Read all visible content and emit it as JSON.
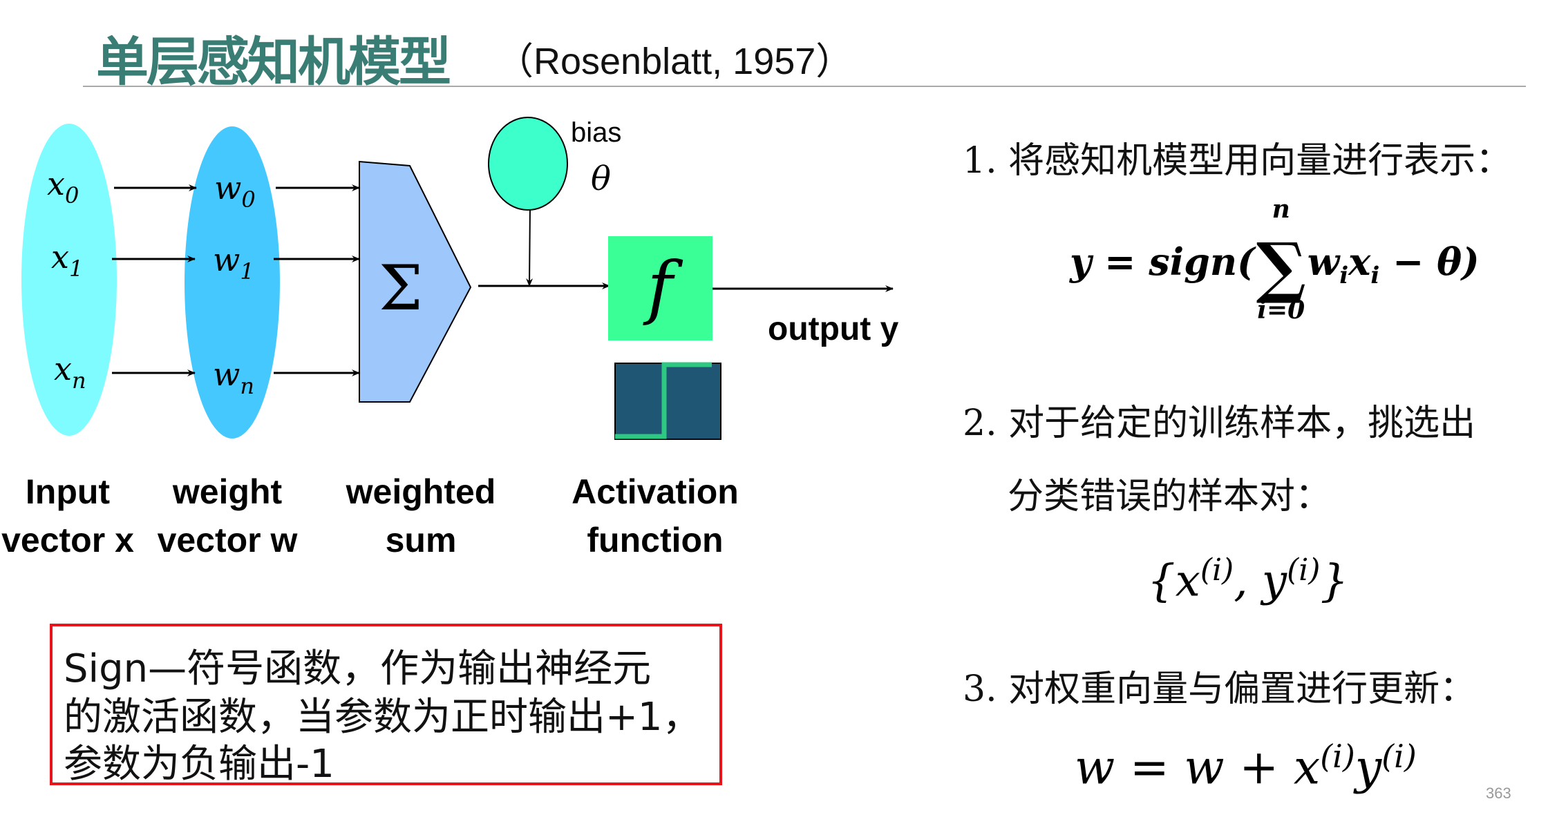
{
  "slide": {
    "title": "单层感知机模型",
    "subtitle": "（Rosenblatt, 1957）",
    "page_number": "363"
  },
  "diagram": {
    "inputs": [
      "x",
      "x",
      "x"
    ],
    "input_subs": [
      "0",
      "1",
      "n"
    ],
    "weights": [
      "w",
      "w",
      "w"
    ],
    "weight_subs": [
      "0",
      "1",
      "n"
    ],
    "sum_symbol": "Σ",
    "bias_label": "bias",
    "bias_symbol": "θ",
    "activation_symbol": "f",
    "output_label": "output y",
    "labels": {
      "input": [
        "Input",
        "vector x"
      ],
      "weight": [
        "weight",
        "vector w"
      ],
      "sum": [
        "weighted",
        "sum"
      ],
      "activation": [
        "Activation",
        "function"
      ]
    },
    "colors": {
      "input": "#7ffcff",
      "weight": "#45c8fd",
      "sum": "#9ec8fc",
      "bias": "#3dffcc",
      "activation": "#3afe96",
      "step_box": "#1f5673",
      "step_line": "#2ec883"
    }
  },
  "note": {
    "lines": [
      "Sign—符号函数，作为输出神经元",
      "的激活函数，当参数为正时输出+1，",
      "参数为负输出-1"
    ],
    "border_color": "#e8141c"
  },
  "steps": [
    {
      "num": "1.",
      "text": "将感知机模型用向量进行表示："
    },
    {
      "num": "2.",
      "text": "对于给定的训练样本，挑选出",
      "text2": "分类错误的样本对："
    },
    {
      "num": "3.",
      "text": " 对权重向量与偏置进行更新："
    }
  ],
  "formulas": {
    "f1_lhs": "y = sign(",
    "f1_sum": "∑",
    "f1_upper": "n",
    "f1_lower": "i=0",
    "f1_w": "w",
    "f1_x": "x",
    "f1_i": "i",
    "f1_rest": " − θ)",
    "f2_open": "{x",
    "f2_sup": "(i)",
    "f2_mid": ", y",
    "f2_close": "}",
    "f3_main": "w = w + x",
    "f3_y": "y",
    "f3_sup": "(i)"
  }
}
